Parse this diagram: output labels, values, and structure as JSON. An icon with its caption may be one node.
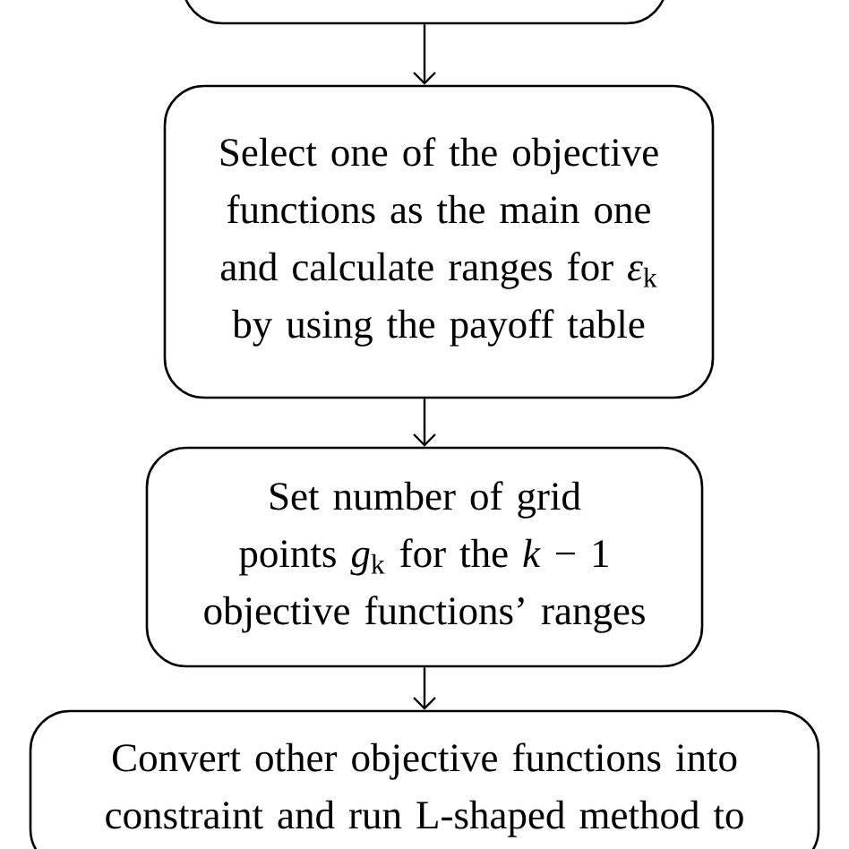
{
  "diagram": {
    "nodes": [
      {
        "text": [],
        "shape": "box"
      },
      {
        "text": [
          "Select one of the objective functions as the main one and calculate ranges for *ε*$_{k}$ by using the payoff table"
        ]
      },
      {
        "text": [
          "Set number of grid points *g*$_{k}$ for the *k* − 1 objective functions’ ranges"
        ]
      },
      {
        "text": [
          "Convert other objective functions into constraint and run L-shaped method to"
        ]
      }
    ],
    "edges": [
      {
        "from": 0,
        "to": 1,
        "arrow": "to"
      },
      {
        "from": 1,
        "to": 2,
        "arrow": "to"
      },
      {
        "from": 2,
        "to": 3,
        "arrow": "to"
      }
    ]
  }
}
